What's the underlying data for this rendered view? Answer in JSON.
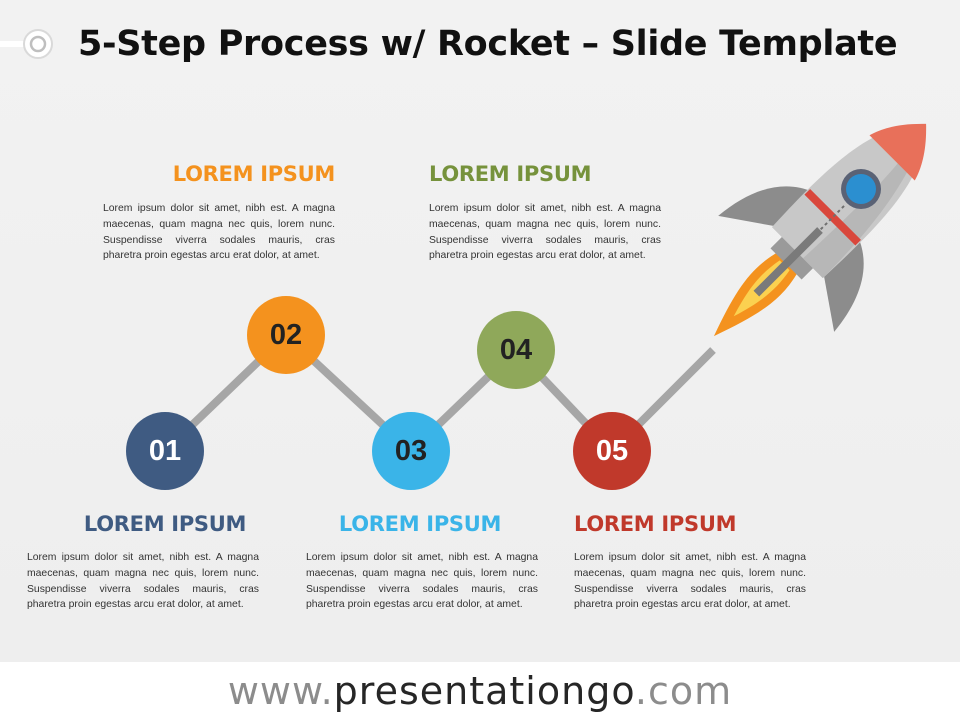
{
  "title": "5-Step Process w/ Rocket – Slide Template",
  "steps": [
    {
      "number": "01",
      "heading": "LOREM IPSUM",
      "color": "#3f5b82",
      "text": "Lorem ipsum dolor sit amet, nibh est. A magna maecenas, quam magna nec quis, lorem nunc. Suspendisse viverra sodales mauris, cras pharetra proin egestas arcu erat dolor, at amet."
    },
    {
      "number": "02",
      "heading": "LOREM IPSUM",
      "color": "#f4921e",
      "text": "Lorem ipsum dolor sit amet, nibh est. A magna maecenas, quam magna nec quis, lorem nunc. Suspendisse viverra sodales mauris, cras pharetra proin egestas arcu erat dolor, at amet."
    },
    {
      "number": "03",
      "heading": "LOREM IPSUM",
      "color": "#3ab4e8",
      "text": "Lorem ipsum dolor sit amet, nibh est. A magna maecenas, quam magna nec quis, lorem nunc. Suspendisse viverra sodales mauris, cras pharetra proin egestas arcu erat dolor, at amet."
    },
    {
      "number": "04",
      "heading": "LOREM IPSUM",
      "color": "#8fa85a",
      "text": "Lorem ipsum dolor sit amet, nibh est. A magna maecenas, quam magna nec quis, lorem nunc. Suspendisse viverra sodales mauris, cras pharetra proin egestas arcu erat dolor, at amet."
    },
    {
      "number": "05",
      "heading": "LOREM IPSUM",
      "color": "#c0392b",
      "text": "Lorem ipsum dolor sit amet, nibh est. A magna maecenas, quam magna nec quis, lorem nunc. Suspendisse viverra sodales mauris, cras pharetra proin egestas arcu erat dolor, at amet."
    }
  ],
  "footer": {
    "prefix": "www.",
    "name": "presentationgo",
    "suffix": ".com"
  },
  "colors": {
    "connector": "#a6a6a6",
    "title": "#111111",
    "number_text_light": "#ffffff",
    "number_text_dark": "#222222"
  }
}
